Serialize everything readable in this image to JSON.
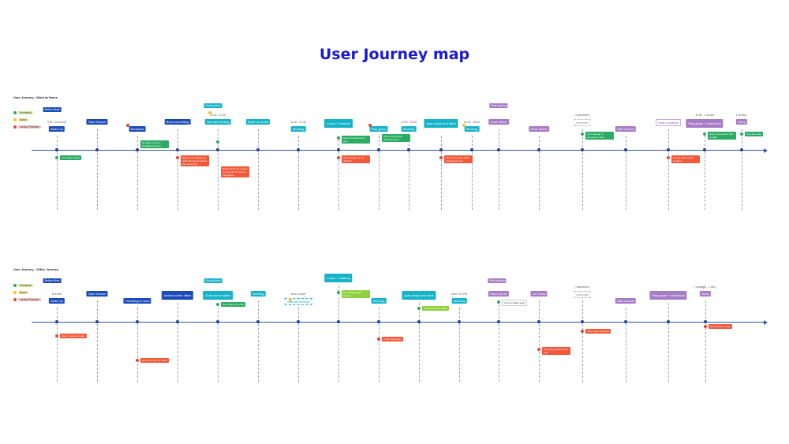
{
  "title": "User Journey map",
  "colors": {
    "title": "#1a1ad6",
    "axis": "#2f57a8",
    "dark_blue": "#1b4bb8",
    "teal": "#14b3c9",
    "green": "#4cc061",
    "purple": "#a67bc7",
    "pain_note": "#f1593a",
    "positive_note": "#2bab63"
  },
  "legend": {
    "positive": "Emotional",
    "neutral": "Bored",
    "negative": "Lonely, Pressure"
  },
  "section1": {
    "label": "User Journey : Work at Home",
    "phases": {
      "before_work": "Before Work",
      "during_work": "During Work",
      "post_work": "Post working"
    },
    "times": {
      "t1": "9.30 - 10.00 AM",
      "t2": "10.30 - 11.00",
      "t3": "11.00 - 12.30",
      "t4": "14.30 - 15.30",
      "t5": "16.00 - 18.00",
      "t6": "( Sometime )",
      "t7": "11.30 - 1.30 AM",
      "t8": "1.30 AM -"
    },
    "stages": {
      "s1": "Wake Up",
      "s2": "Take Shower",
      "s3": "Breakfast",
      "s4": "Brew something",
      "s5": "Internal meeting",
      "s6": "Make to-do list",
      "s7": "Working",
      "s8": "Lunch + Youtube",
      "s9": "Play game",
      "s10": "Working",
      "s11": "grab snack and drink",
      "s12": "Working",
      "s13": "Cook dinner",
      "s14": "Have dinner",
      "s15": "Exercise",
      "s16": "Take shower",
      "s17": "Work overtime",
      "s18": "Play game + read book",
      "s19": "Sleep"
    },
    "notes": {
      "n1": "Can wake up late",
      "n2": "Be able to have a breakfast at home",
      "n3": "Have to be creative on what will end up getting the same food",
      "n4": "Brew this for as a mean to procede to continue throughout",
      "n5": "Have a flexible lunch time",
      "n6": "No one help me out with this",
      "n7": "Able to play game during the time",
      "n8": "Kind of run more when working at home",
      "n9": "Can manage to exercise on time",
      "n10": "Lonely way to work overtime",
      "n11": "Have more leisure time at night",
      "n12": "Can sleep late"
    }
  },
  "section2": {
    "label": "User Journey : Office Journey",
    "phases": {
      "before_work": "Before Work",
      "during_work": "During Work",
      "post_work": "Post working"
    },
    "times": {
      "t1": "8.00 AM",
      "t2": "Until 7.00 PM",
      "t3": "( Sometime )",
      "t4": "( midnight - 1 AM )",
      "t5": "once a week"
    },
    "stages": {
      "s1": "Wake Up",
      "s2": "Take Shower",
      "s3": "Travelling to work",
      "s4": "Arrived at the office",
      "s5": "Grab some coffee",
      "s6": "Working",
      "s7": "Internal meeting",
      "s8": "Lunch + chatting",
      "s9": "Working",
      "s10": "grab snack and drink",
      "s11": "Working",
      "s12": "Have Dinner",
      "s13": "Go Home",
      "s14": "Exercise",
      "s15": "Take shower",
      "s16": "Play game + read book",
      "s17": "Sleep"
    },
    "notes": {
      "n1": "Have to wake up early",
      "n2": "spend an hour on travel",
      "n3": "Get coffee from cafe",
      "n4": "Fun chatting with friends",
      "n5": "Under fast stress",
      "n6": "Free snack from office",
      "n7": "Can do it after work",
      "n8": "So many people on the train",
      "n9": "Often fail to complete",
      "n10": "Don't sleep to loose"
    }
  }
}
